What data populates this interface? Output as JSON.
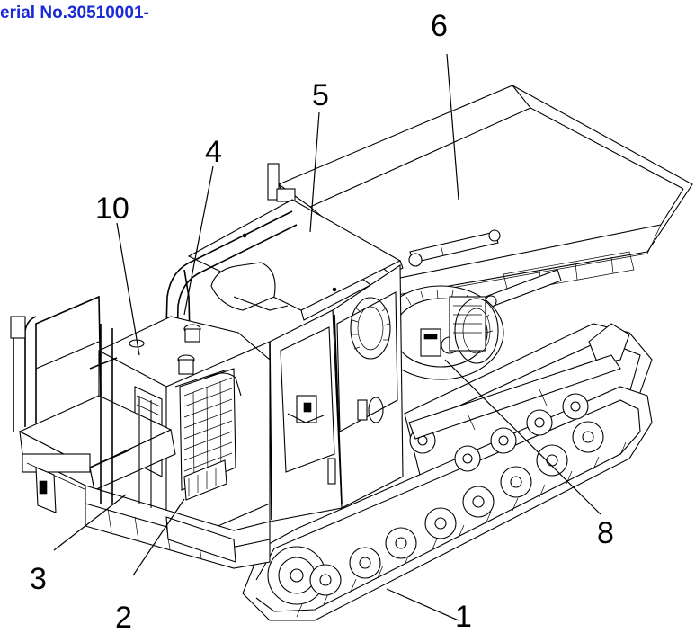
{
  "header": {
    "serial_text": "erial No.30510001-"
  },
  "callouts": [
    {
      "id": "c1",
      "label": "1"
    },
    {
      "id": "c2",
      "label": "2"
    },
    {
      "id": "c3",
      "label": "3"
    },
    {
      "id": "c4",
      "label": "4"
    },
    {
      "id": "c5",
      "label": "5"
    },
    {
      "id": "c6",
      "label": "6"
    },
    {
      "id": "c8",
      "label": "8"
    },
    {
      "id": "c10",
      "label": "10"
    }
  ],
  "colors": {
    "header_text": "#1a2ad6",
    "line": "#000000",
    "background": "#ffffff"
  }
}
